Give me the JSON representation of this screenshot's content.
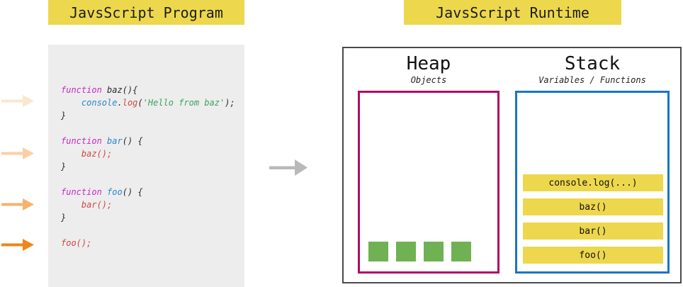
{
  "program": {
    "title": "JavsScript Program",
    "code_lines": [
      [
        {
          "t": "function ",
          "c": "keyword"
        },
        {
          "t": "baz(){",
          "c": "plain"
        }
      ],
      [
        {
          "t": "    ",
          "c": "plain"
        },
        {
          "t": "console",
          "c": "name"
        },
        {
          "t": ".",
          "c": "plain"
        },
        {
          "t": "log",
          "c": "call"
        },
        {
          "t": "(",
          "c": "plain"
        },
        {
          "t": "'Hello from baz'",
          "c": "string"
        },
        {
          "t": ");",
          "c": "plain"
        }
      ],
      [
        {
          "t": "}",
          "c": "plain"
        }
      ],
      [],
      [
        {
          "t": "function ",
          "c": "keyword"
        },
        {
          "t": "bar",
          "c": "name"
        },
        {
          "t": "() {",
          "c": "plain"
        }
      ],
      [
        {
          "t": "    ",
          "c": "plain"
        },
        {
          "t": "baz();",
          "c": "call"
        }
      ],
      [
        {
          "t": "}",
          "c": "plain"
        }
      ],
      [],
      [
        {
          "t": "function ",
          "c": "keyword"
        },
        {
          "t": "foo",
          "c": "name"
        },
        {
          "t": "() {",
          "c": "plain"
        }
      ],
      [
        {
          "t": "    ",
          "c": "plain"
        },
        {
          "t": "bar();",
          "c": "call"
        }
      ],
      [
        {
          "t": "}",
          "c": "plain"
        }
      ],
      [],
      [
        {
          "t": "foo();",
          "c": "call"
        }
      ]
    ]
  },
  "runtime": {
    "title": "JavsScript Runtime",
    "heap": {
      "title": "Heap",
      "subtitle": "Objects",
      "object_count": 4
    },
    "stack": {
      "title": "Stack",
      "subtitle": "Variables / Functions",
      "frames": [
        "console.log(...)",
        "baz()",
        "bar()",
        "foo()"
      ]
    }
  },
  "execution_arrows": {
    "count": 4,
    "opacities": [
      0.2,
      0.38,
      0.62,
      1
    ]
  },
  "colors": {
    "accent_yellow": "#edd74d",
    "code_panel_bg": "#ededed",
    "runtime_border": "#4a4a4a",
    "heap_border": "#b00a66",
    "stack_border": "#1a75c4",
    "heap_object_green": "#6fb153",
    "arrow_orange": "#f08519",
    "arrow_gray": "#b9b9b9",
    "code_keyword": "#c92ac9",
    "code_name": "#2e86c8",
    "code_call": "#cd4a46",
    "code_string": "#3da162",
    "code_plain": "#2b2b2b"
  }
}
